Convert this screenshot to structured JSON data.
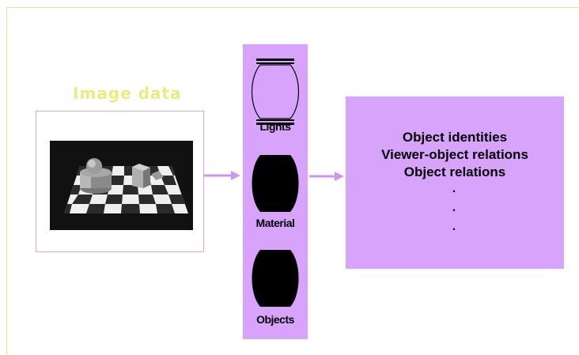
{
  "image_label": "Image data",
  "column": {
    "lights_label": "Lights",
    "material_label": "Material",
    "objects_label": "Objects"
  },
  "output": {
    "lines": [
      "Object identities",
      "Viewer-object relations",
      "Object relations"
    ],
    "dots": [
      ".",
      ".",
      "."
    ]
  },
  "colors": {
    "panel": "#d7a3fb",
    "arrow": "#cd96f4",
    "label": "#ecec7e",
    "frame": "#e8e89a"
  }
}
